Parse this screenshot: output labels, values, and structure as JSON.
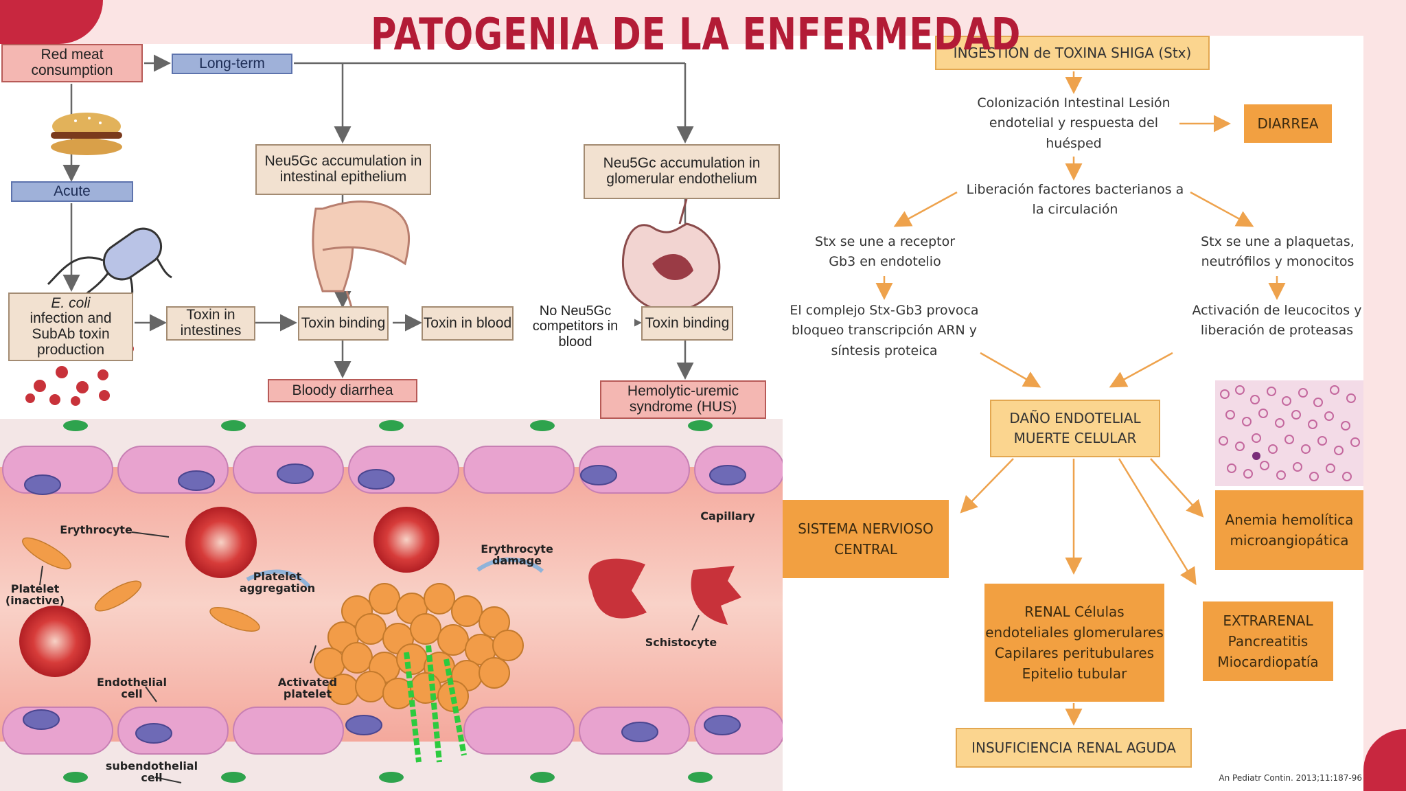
{
  "title": "PATOGENIA DE LA ENFERMEDAD",
  "left_diagram": {
    "red_meat": "Red meat consumption",
    "long_term": "Long-term",
    "acute": "Acute",
    "neu5gc_intestinal": "Neu5Gc accumulation in intestinal epithelium",
    "neu5gc_glomerular": "Neu5Gc accumulation in glomerular endothelium",
    "ecoli_italic": "E. coli",
    "ecoli_rest": "infection and SubAb toxin production",
    "toxin_intestines": "Toxin in intestines",
    "toxin_binding_1": "Toxin binding",
    "toxin_blood": "Toxin in blood",
    "no_competitors": "No Neu5Gc competitors in blood",
    "toxin_binding_2": "Toxin binding",
    "bloody_diarrhea": "Bloody diarrhea",
    "hus": "Hemolytic-uremic syndrome (HUS)"
  },
  "bottom_diagram": {
    "capillary": "Capillary",
    "erythrocyte": "Erythrocyte",
    "platelet_inactive": "Platelet (inactive)",
    "platelet_aggregation": "Platelet aggregation",
    "erythrocyte_damage": "Erythrocyte damage",
    "schistocyte": "Schistocyte",
    "endothelial_cell": "Endothelial cell",
    "activated_platelet": "Activated platelet",
    "subendothelial_cell": "subendothelial cell"
  },
  "right_diagram": {
    "ingestion": "INGESTIÓN  de TOXINA SHIGA (Stx)",
    "colonizacion": "Colonización Intestinal Lesión endotelial y respuesta del huésped",
    "diarrea": "DIARREA",
    "liberacion": "Liberación factores bacterianos a la circulación",
    "stx_receptor": "Stx se une a receptor Gb3 en endotelio",
    "stx_plaquetas": "Stx se une a plaquetas, neutrófilos y monocitos",
    "complejo": "El complejo Stx-Gb3 provoca bloqueo transcripción ARN y síntesis proteica",
    "activacion": "Activación de leucocitos y liberación de proteasas",
    "dano": "DAÑO ENDOTELIAL MUERTE CELULAR",
    "snc": "SISTEMA NERVIOSO CENTRAL",
    "anemia": "Anemia hemolítica microangiopática",
    "renal": "RENAL Células endoteliales glomerulares Capilares peritubulares Epitelio tubular",
    "extrarenal": "EXTRARENAL Pancreatitis Miocardiopatía",
    "insuficiencia": "INSUFICIENCIA RENAL AGUDA",
    "citation": "An Pediatr Contin. 2013;11:187-96"
  },
  "colors": {
    "title": "#b31b36",
    "accent": "#c8273f",
    "orange_box": "#f2a041",
    "yellow_box": "#fbd58f"
  }
}
